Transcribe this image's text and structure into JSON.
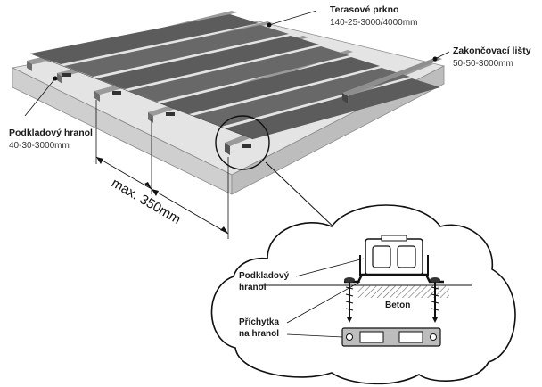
{
  "labels": {
    "decking_board": {
      "name": "Terasové prkno",
      "spec": "140-25-3000/4000mm"
    },
    "end_strip": {
      "name": "Zakončovací lišty",
      "spec": "50-50-3000mm"
    },
    "joist": {
      "name": "Podkladový hranol",
      "spec": "40-30-3000mm"
    },
    "spacing": "max. 350mm"
  },
  "inset": {
    "joist_label": [
      "Podkladový",
      "hranol"
    ],
    "concrete_label": "Beton",
    "clip_label": [
      "Příchytka",
      "na hranol"
    ]
  }
}
